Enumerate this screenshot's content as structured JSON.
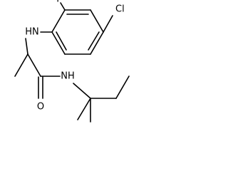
{
  "molecule": {
    "atoms": {
      "chlorine": "Cl",
      "fluorine": "F",
      "aniline_nh": "HN",
      "amide_oxygen": "O",
      "amide_nh": "NH"
    },
    "colors": {
      "bond": "#000000",
      "label": "#000000",
      "background": "#ffffff"
    }
  }
}
